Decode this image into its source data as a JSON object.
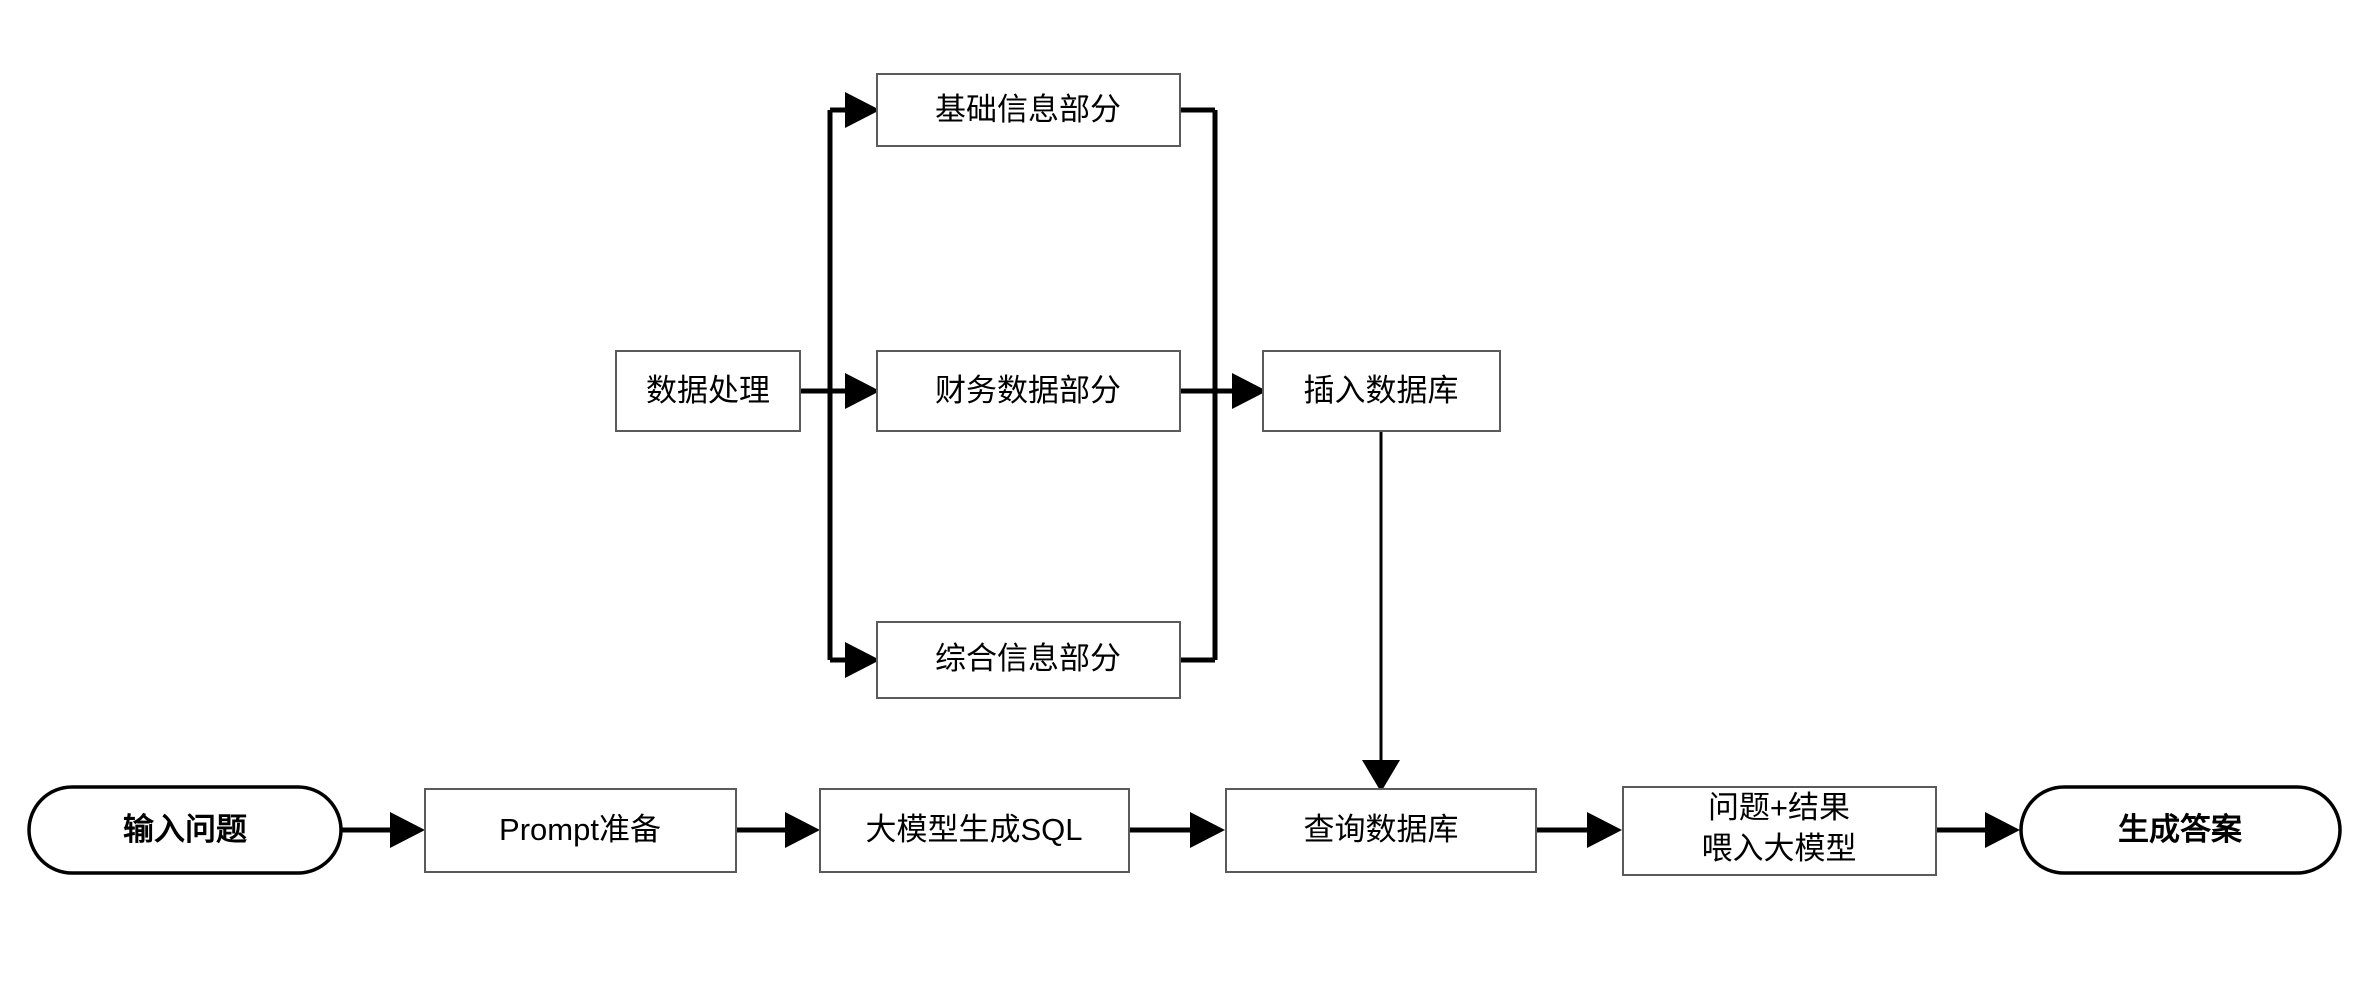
{
  "diagram": {
    "type": "flowchart",
    "orientation": "left-to-right",
    "background_color": "#ffffff",
    "line_color": "#000000",
    "box_border_color": "#5a5a5a",
    "nodes": {
      "data_processing": {
        "label": "数据处理",
        "shape": "rectangle"
      },
      "basic_info_part": {
        "label": "基础信息部分",
        "shape": "rectangle"
      },
      "financial_data_part": {
        "label": "财务数据部分",
        "shape": "rectangle"
      },
      "comprehensive_info_part": {
        "label": "综合信息部分",
        "shape": "rectangle"
      },
      "insert_database": {
        "label": "插入数据库",
        "shape": "rectangle"
      },
      "input_question": {
        "label": "输入问题",
        "shape": "stadium"
      },
      "prompt_preparation": {
        "label": "Prompt准备",
        "shape": "rectangle"
      },
      "llm_generate_sql": {
        "label": "大模型生成SQL",
        "shape": "rectangle"
      },
      "query_database": {
        "label": "查询数据库",
        "shape": "rectangle"
      },
      "feed_to_llm": {
        "label_line1": "问题+结果",
        "label_line2": "喂入大模型",
        "shape": "rectangle"
      },
      "generate_answer": {
        "label": "生成答案",
        "shape": "stadium"
      }
    },
    "edges": [
      {
        "from": "data_processing",
        "to": "basic_info_part"
      },
      {
        "from": "data_processing",
        "to": "financial_data_part"
      },
      {
        "from": "data_processing",
        "to": "comprehensive_info_part"
      },
      {
        "from": "basic_info_part",
        "to": "insert_database"
      },
      {
        "from": "financial_data_part",
        "to": "insert_database"
      },
      {
        "from": "comprehensive_info_part",
        "to": "insert_database"
      },
      {
        "from": "insert_database",
        "to": "query_database"
      },
      {
        "from": "input_question",
        "to": "prompt_preparation"
      },
      {
        "from": "prompt_preparation",
        "to": "llm_generate_sql"
      },
      {
        "from": "llm_generate_sql",
        "to": "query_database"
      },
      {
        "from": "query_database",
        "to": "feed_to_llm"
      },
      {
        "from": "feed_to_llm",
        "to": "generate_answer"
      }
    ]
  }
}
